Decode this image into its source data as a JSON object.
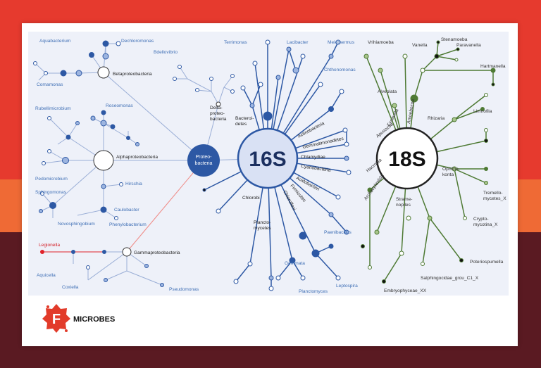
{
  "brand": {
    "logo_letter": "F",
    "name": "MICROBES",
    "logo_color": "#e23b2a"
  },
  "colors": {
    "background_top": "#e63a2e",
    "background_mid": "#ef6a35",
    "background_bottom": "#5a1a22",
    "bacteria_blue": "#2d58a4",
    "light_blue": "#9db5e0",
    "eukaryote_green": "#4e7a34",
    "light_green": "#a9c58c",
    "legionella_red": "#e0222a"
  },
  "hubs": {
    "bacteria": "16S",
    "eukaryota": "18S",
    "proteobacteria": "Proteo-bacteria"
  },
  "labels": {
    "aquabacterium": "Aquabacterium",
    "dechloromonas": "Dechloromonas",
    "bdellovibrio": "Bdellovibrio",
    "terrimonas": "Terrimonas",
    "lacibacter": "Lacibacter",
    "meiothermus": "Meiothermus",
    "chthonomonas": "Chthonomonas",
    "comamonas": "Comamonas",
    "betaproteobacteria": "Betaproteobacteria",
    "rubellimicrobium": "Rubellimicrobium",
    "roseomonas": "Roseomonas",
    "deltaproteobacteria": "Delta-proteo-bacteria",
    "bacteroidetes": "Bacteroi-detes",
    "actinobacteria": "Actinobacteria",
    "gemmatimonadetes": "Gemmatimonadetes",
    "chlamydiae": "Chlamydiae",
    "cyanobacteria": "Cyanobacteria",
    "alphaproteobacteria": "Alphaproteobacteria",
    "acidobacteria": "Acidobacteri",
    "firmicutes": "Firmicutes",
    "chloroflexi": "Chloroflexi",
    "pedomicrobium": "Pedomicrobium",
    "hirschia": "Hirschia",
    "sphingomonas": "Sphingomonas",
    "caulobacter": "Caulobacter",
    "chlorobi": "Chlorobi",
    "novosphingobium": "Novosphingobium",
    "phenylobacterium": "Phenylobacterium",
    "planctomycetes": "Plancto-mycetes",
    "paenibacillus": "Paenibacillus",
    "legionella": "Legionella",
    "gammaproteobacteria": "Gammaproteobacteria",
    "aquicella": "Aquicella",
    "coxiella": "Coxiella",
    "pseudomonas": "Pseudomonas",
    "gemmata": "Gemmata",
    "planctomyces": "Planctomyces",
    "leptospira": "Leptospira",
    "vrihiamoeba": "Vrihiamoeba",
    "stenamoeba": "Stenamoeba",
    "vanella": "Vanella",
    "paravanella": "Paravanella",
    "hartmanella": "Hartmanella",
    "alveolata": "Alveolata",
    "amoebozoa": "Amoebozoa",
    "rhizaria": "Rhizaria",
    "limnofila": "Limnofila",
    "excavata": "Excavata",
    "apusozoa": "Apusozoa",
    "hacrobia": "Hacrobia",
    "archaeplastida": "Archaeplastida",
    "opisthokonta": "Opistho-konta",
    "stramenopiles": "Strame-nopiles",
    "tremellomycetes": "Tremello-mycetes_X",
    "cryptomycotina": "Crypto-mycotina_X",
    "poteriospumella": "Poteriospumella",
    "salpingoecidae": "Salphingocidae_grou_C1_X",
    "embryophyceae": "Embryophyceae_XX"
  }
}
